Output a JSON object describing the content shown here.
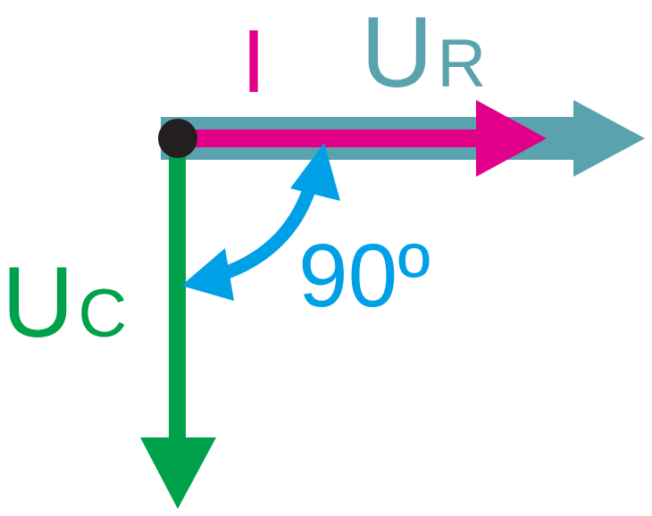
{
  "labels": {
    "current": "I",
    "ur_main": "U",
    "ur_sub": "R",
    "uc_main": "U",
    "uc_sub": "C",
    "angle": "90º"
  },
  "colors": {
    "ur": "#5aa3ae",
    "current": "#e2008a",
    "uc": "#00a14b",
    "angle": "#00a0e6",
    "origin": "#231f20",
    "background": "#ffffff"
  }
}
